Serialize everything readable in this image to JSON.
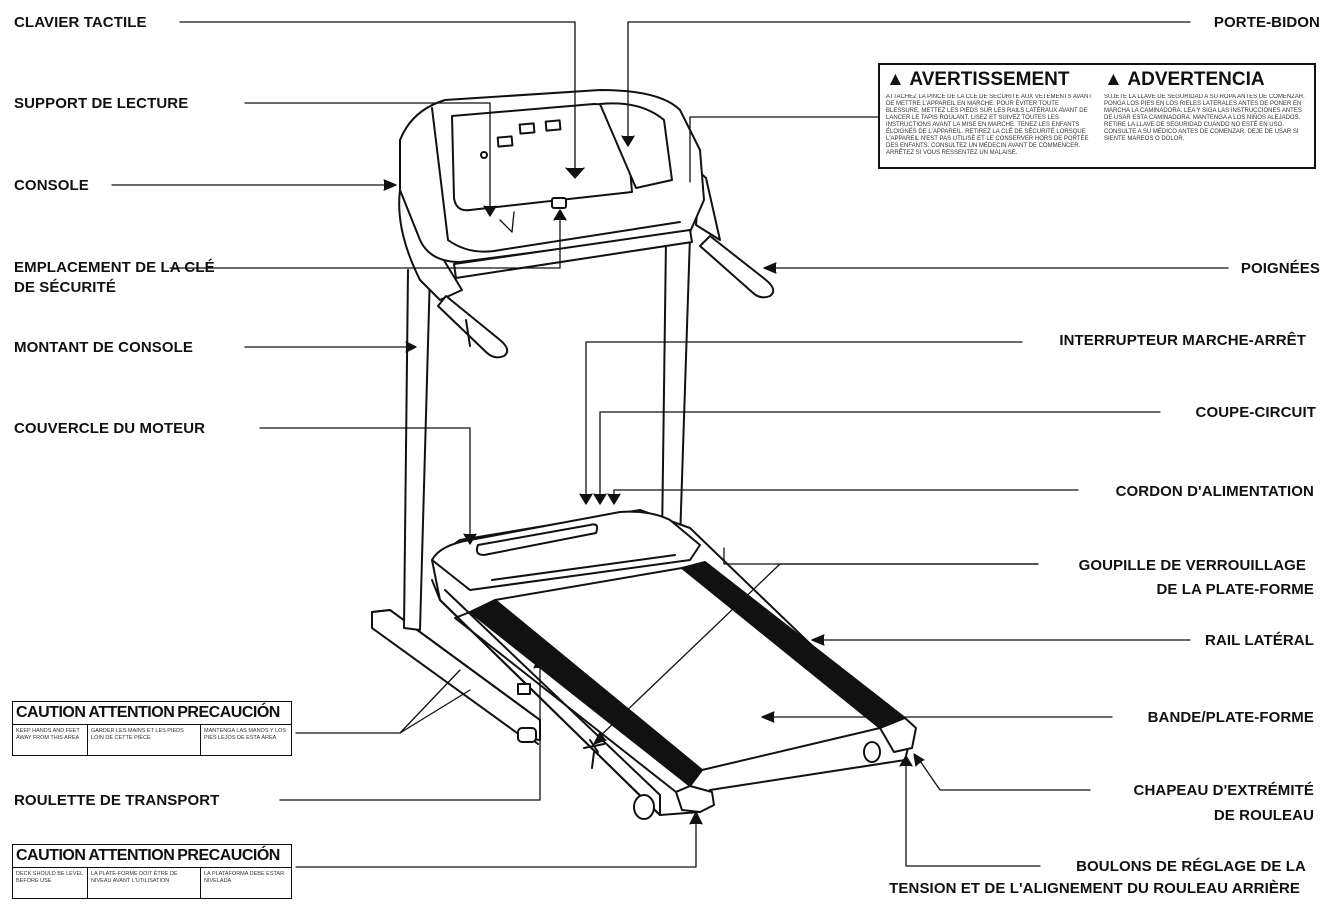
{
  "labels": {
    "clavier_tactile": "CLAVIER TACTILE",
    "support_de_lecture": "SUPPORT DE LECTURE",
    "console": "CONSOLE",
    "emplacement_cle_line1": "EMPLACEMENT DE LA CLÉ",
    "emplacement_cle_line2": "DE SÉCURITÉ",
    "montant_de_console": "MONTANT DE CONSOLE",
    "couvercle_du_moteur": "COUVERCLE DU MOTEUR",
    "roulette_de_transport": "ROULETTE DE TRANSPORT",
    "porte_bidon": "PORTE-BIDON",
    "poignees": "POIGNÉES",
    "interrupteur": "INTERRUPTEUR MARCHE-ARRÊT",
    "coupe_circuit": "COUPE-CIRCUIT",
    "cordon": "CORDON D'ALIMENTATION",
    "goupille_line1": "GOUPILLE DE VERROUILLAGE",
    "goupille_line2": "DE LA PLATE-FORME",
    "rail_lateral": "RAIL LATÉRAL",
    "bande": "BANDE/PLATE-FORME",
    "chapeau_line1": "CHAPEAU D'EXTRÉMITÉ",
    "chapeau_line2": "DE ROULEAU",
    "boulons_line1": "BOULONS DE RÉGLAGE DE LA",
    "boulons_line2": "TENSION ET DE L'ALIGNEMENT DU ROULEAU ARRIÈRE"
  },
  "warning_label": {
    "title_fr": "AVERTISSEMENT",
    "title_es": "ADVERTENCIA",
    "warning_icon": "warning-triangle-icon",
    "body_fr": "ATTACHEZ LA PINCE DE LA CLÉ DE SÉCURITÉ AUX VÊTEMENTS AVANT DE METTRE L'APPAREIL EN MARCHE. POUR ÉVITER TOUTE BLESSURE, METTEZ LES PIEDS SUR LES RAILS LATÉRAUX AVANT DE LANCER LE TAPIS ROULANT. LISEZ ET SUIVEZ TOUTES LES INSTRUCTIONS AVANT LA MISE EN MARCHE. TENEZ LES ENFANTS ÉLOIGNÉS DE L'APPAREIL. RETIREZ LA CLÉ DE SÉCURITÉ LORSQUE L'APPAREIL N'EST PAS UTILISÉ ET LE CONSERVER HORS DE PORTÉE DES ENFANTS. CONSULTEZ UN MÉDECIN AVANT DE COMMENCER. ARRÊTEZ SI VOUS RESSENTEZ UN MALAISE.",
    "body_es": "SUJETE LA LLAVE DE SEGURIDAD A SU ROPA ANTES DE COMENZAR. PONGA LOS PIES EN LOS RIELES LATERALES ANTES DE PONER EN MARCHA LA CAMINADORA. LEA Y SIGA LAS INSTRUCCIONES ANTES DE USAR ESTA CAMINADORA. MANTENGA A LOS NIÑOS ALEJADOS. RETIRE LA LLAVE DE SEGURIDAD CUANDO NO ESTÉ EN USO. CONSULTE A SU MÉDICO ANTES DE COMENZAR. DEJE DE USAR SI SIENTE MAREOS O DOLOR."
  },
  "caution_labels": [
    {
      "head": [
        "CAUTION",
        "ATTENTION",
        "PRECAUCIÓN"
      ],
      "cells": [
        "KEEP HANDS AND FEET AWAY FROM THIS AREA",
        "GARDER LES MAINS ET LES PIEDS LOIN DE CETTE PIÈCE",
        "MANTENGA LAS MANOS Y LOS PIES LEJOS DE ESTA ÁREA"
      ]
    },
    {
      "head": [
        "CAUTION",
        "ATTENTION",
        "PRECAUCIÓN"
      ],
      "cells": [
        "DECK SHOULD BE LEVEL BEFORE USE",
        "LA PLATE-FORME DOIT ÊTRE DE NIVEAU AVANT L'UTILISATION",
        "LA PLATAFORMA DEBE ESTAR NIVELADA"
      ]
    }
  ]
}
